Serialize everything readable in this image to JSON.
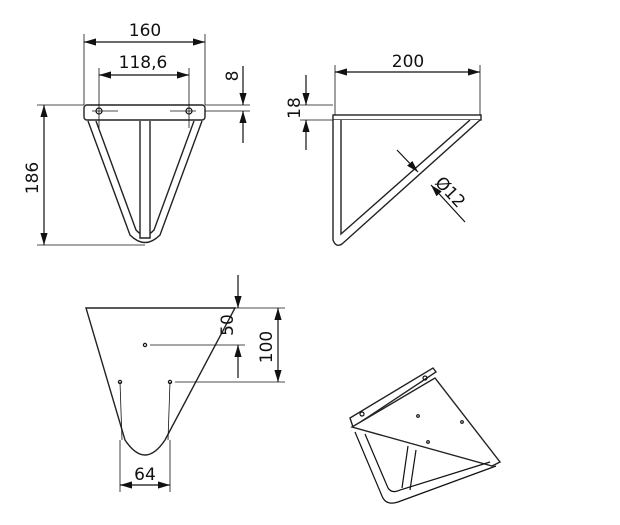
{
  "views": {
    "front": {
      "width": "160",
      "hole_spacing": "118,6",
      "plate_thickness": "8",
      "height": "186"
    },
    "side": {
      "depth": "200",
      "plate_height": "18",
      "tube_diameter": "Ø12"
    },
    "top": {
      "hole_offset": "50",
      "length": "100",
      "tip_width": "64"
    }
  },
  "colors": {
    "line": "#111111",
    "background": "#ffffff"
  }
}
